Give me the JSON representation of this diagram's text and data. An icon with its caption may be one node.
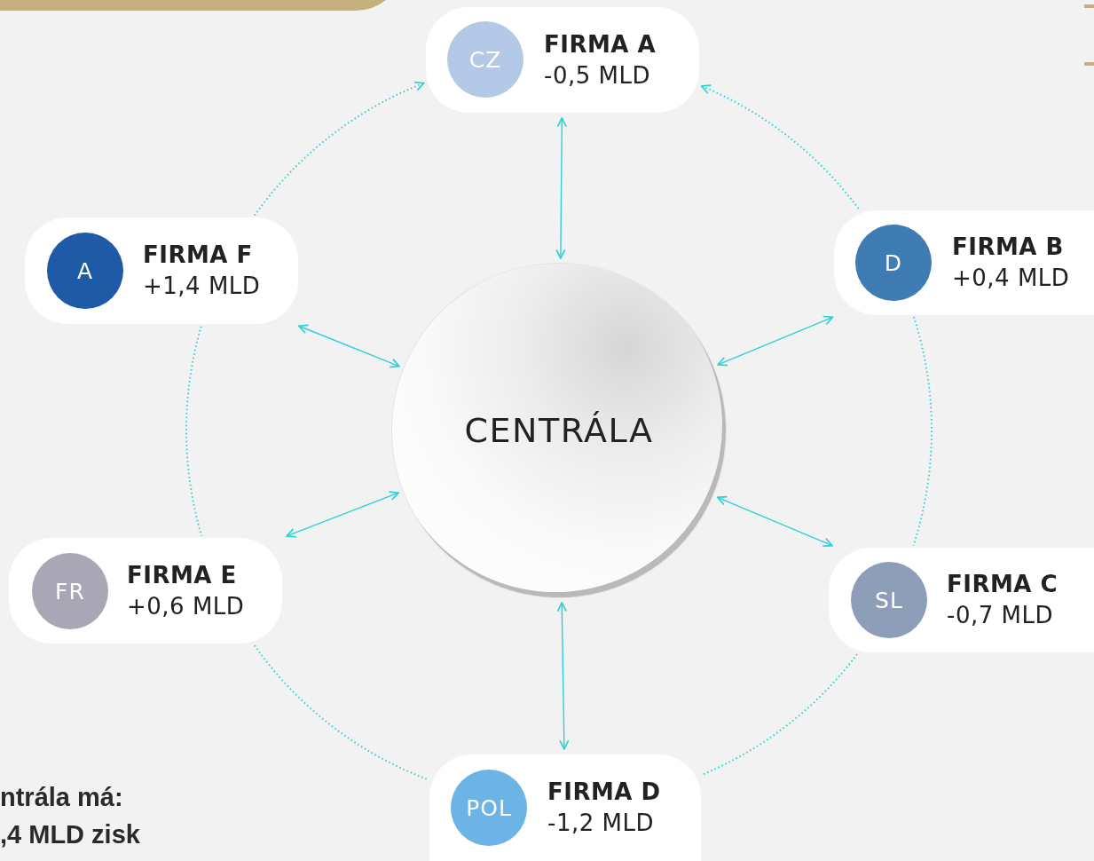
{
  "diagram": {
    "nodes": [
      {
        "text": [
          "FIRMA A",
          "-0,5 MLD"
        ]
      },
      {
        "text": [
          "CZ"
        ],
        "in": 0
      },
      {
        "text": [
          "FIRMA F",
          "+1,4 MLD"
        ]
      },
      {
        "text": [
          "A"
        ],
        "in": 2
      },
      {
        "text": [
          "FIRMA B",
          "+0,4 MLD"
        ]
      },
      {
        "text": [
          "D"
        ],
        "in": 4
      },
      {
        "text": [
          "CENTRÁLA"
        ]
      },
      {
        "text": [
          "FIRMA E",
          "+0,6 MLD"
        ]
      },
      {
        "text": [
          "FR"
        ],
        "in": 7
      },
      {
        "text": [
          "FIRMA C",
          "-0,7 MLD"
        ]
      },
      {
        "text": [
          "SL"
        ],
        "in": 9
      },
      {
        "text": [
          "FIRMA D",
          "-1,2 MLD"
        ]
      },
      {
        "text": [
          "POL"
        ],
        "in": 11
      }
    ],
    "edges": [
      {
        "from": 6,
        "to": 0,
        "arrow": "both"
      },
      {
        "from": 6,
        "to": 2,
        "arrow": "both"
      },
      {
        "from": 6,
        "to": 4,
        "arrow": "both"
      },
      {
        "from": 6,
        "to": 7,
        "arrow": "both"
      },
      {
        "from": 6,
        "to": 9,
        "arrow": "both"
      },
      {
        "from": 6,
        "to": 11,
        "arrow": "both"
      },
      {
        "from": 2,
        "to": 0,
        "arrow": "to",
        "style": "dashed"
      },
      {
        "from": 4,
        "to": 0,
        "arrow": "to",
        "style": "dashed"
      },
      {
        "from": 2,
        "to": 7,
        "arrow": "none",
        "style": "dashed"
      },
      {
        "from": 4,
        "to": 9,
        "arrow": "none",
        "style": "dashed"
      },
      {
        "from": 7,
        "to": 11,
        "arrow": "none",
        "style": "dashed"
      },
      {
        "from": 9,
        "to": 11,
        "arrow": "none",
        "style": "dashed"
      }
    ],
    "labels": [
      "ntrála má:",
      ",4 MLD zisk"
    ]
  }
}
